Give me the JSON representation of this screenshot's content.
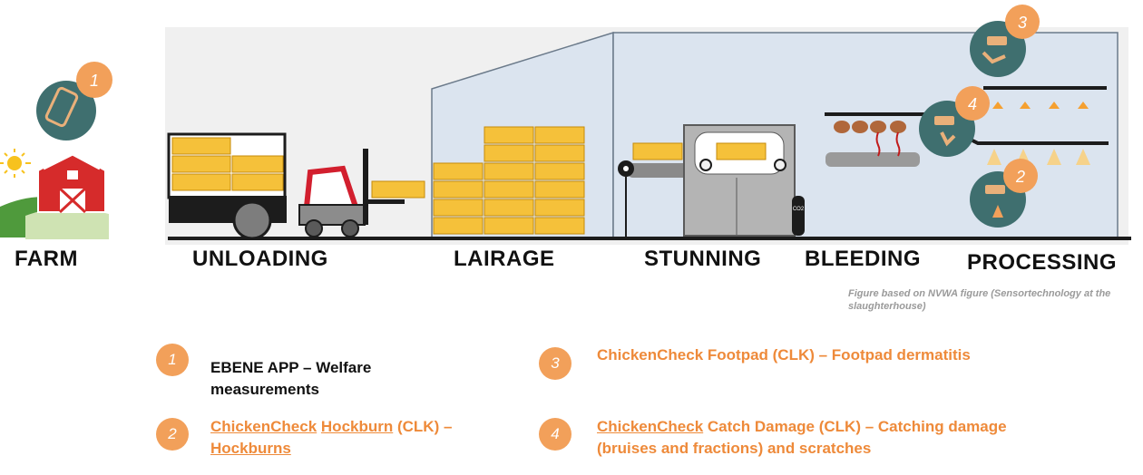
{
  "stages": [
    {
      "id": "farm",
      "label": "FARM"
    },
    {
      "id": "unloading",
      "label": "UNLOADING"
    },
    {
      "id": "lairage",
      "label": "LAIRAGE"
    },
    {
      "id": "stunning",
      "label": "STUNNING"
    },
    {
      "id": "bleeding",
      "label": "BLEEDING"
    },
    {
      "id": "processing",
      "label": "PROCESSING"
    }
  ],
  "markers": [
    "1",
    "2",
    "3",
    "4"
  ],
  "co2_label": "CO2",
  "credit": "Figure based on NVWA figure (Sensortechnology at the slaughterhouse)",
  "legend": {
    "item1": {
      "num": "1",
      "text": "EBENE APP – Welfare measurements"
    },
    "item2": {
      "num": "2",
      "part1": "ChickenCheck",
      "part2": "Hockburn",
      "part3": " (CLK) – ",
      "part4": "Hockburns"
    },
    "item3": {
      "num": "3",
      "text": "ChickenCheck Footpad (CLK) – Footpad dermatitis"
    },
    "item4": {
      "num": "4",
      "part1": "ChickenCheck",
      "part2": " Catch Damage (CLK) – Catching damage (bruises and fractions) and scratches"
    }
  },
  "colors": {
    "marker": "#f2a05a",
    "teal_badge": "#3f6f6f",
    "crate": "#f5c13a",
    "building": "#dbe4ef",
    "legend_orange": "#ee8a3a"
  },
  "icons": [
    "phone-icon",
    "sun-icon",
    "barn-icon",
    "truck-icon",
    "forklift-icon",
    "crate-icon",
    "camera-icon",
    "co2-tank-icon",
    "shackle-line-icon"
  ]
}
